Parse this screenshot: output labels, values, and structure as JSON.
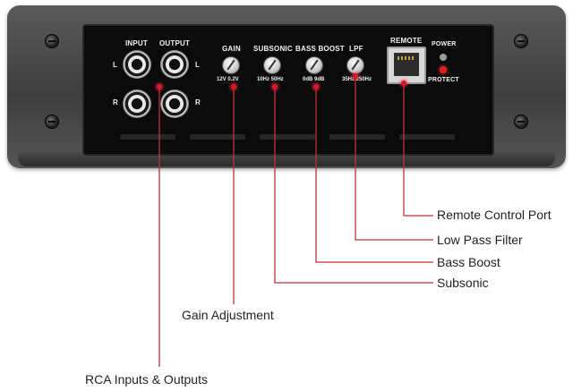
{
  "panel": {
    "input_label": "INPUT",
    "output_label": "OUTPUT",
    "left_channel": "L",
    "right_channel": "R",
    "gain_label": "GAIN",
    "gain_range": "12V 0.2V",
    "subsonic_label": "SUBSONIC",
    "subsonic_range": "10Hz 50Hz",
    "bass_boost_label": "BASS BOOST",
    "bass_boost_range": "0dB 9dB",
    "lpf_label": "LPF",
    "lpf_range": "35Hz 250Hz",
    "remote_label": "REMOTE",
    "power_label": "POWER",
    "protect_label": "PROTECT"
  },
  "callouts": {
    "remote_port": "Remote Control Port",
    "low_pass_filter": "Low Pass Filter",
    "bass_boost": "Bass Boost",
    "subsonic": "Subsonic",
    "gain_adjustment": "Gain Adjustment",
    "rca": "RCA Inputs & Outputs"
  },
  "colors": {
    "leader_line": "#c0303c",
    "led_power": "#9a9a9a",
    "led_protect": "#e02020"
  }
}
